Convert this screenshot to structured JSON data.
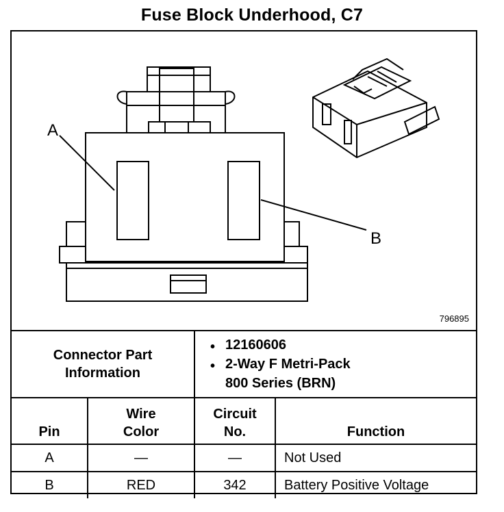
{
  "title": "Fuse Block Underhood, C7",
  "figure_number": "796895",
  "callouts": {
    "a": "A",
    "b": "B"
  },
  "connector_info": {
    "label_line1": "Connector Part",
    "label_line2": "Information",
    "items": [
      "12160606",
      "2-Way F Metri-Pack",
      "800 Series (BRN)"
    ]
  },
  "table": {
    "headers": {
      "pin": "Pin",
      "wire_line1": "Wire",
      "wire_line2": "Color",
      "circuit_line1": "Circuit",
      "circuit_line2": "No.",
      "function": "Function"
    },
    "rows": [
      {
        "pin": "A",
        "wire_color": "—",
        "circuit": "—",
        "function": "Not Used"
      },
      {
        "pin": "B",
        "wire_color": "RED",
        "circuit": "342",
        "function": "Battery Positive Voltage"
      }
    ]
  }
}
